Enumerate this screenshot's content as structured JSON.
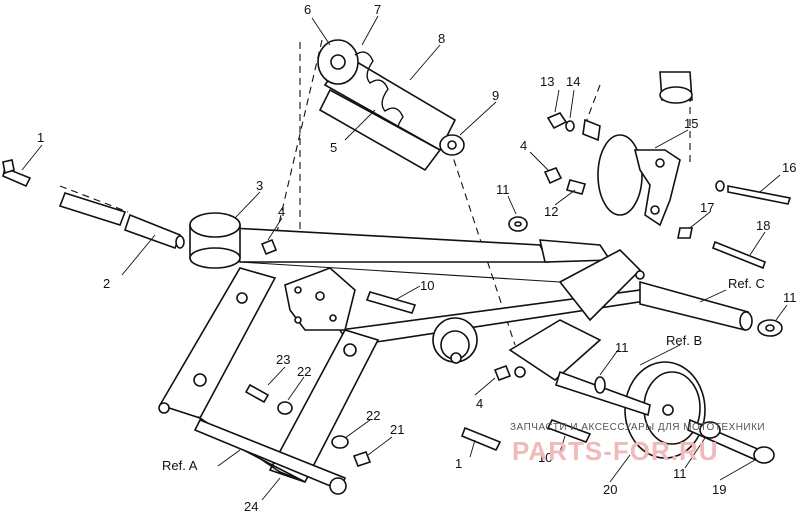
{
  "callouts": {
    "c1a": "1",
    "c1b": "1",
    "c2": "2",
    "c3": "3",
    "c4a": "4",
    "c4b": "4",
    "c4c": "4",
    "c5": "5",
    "c6": "6",
    "c7": "7",
    "c8": "8",
    "c9": "9",
    "c10a": "10",
    "c10b": "10",
    "c11a": "11",
    "c11b": "11",
    "c11c": "11",
    "c11d": "11",
    "c12": "12",
    "c13": "13",
    "c14": "14",
    "c15": "15",
    "c16": "16",
    "c17": "17",
    "c18": "18",
    "c19": "19",
    "c20": "20",
    "c21": "21",
    "c22a": "22",
    "c22b": "22",
    "c23": "23",
    "c24": "24"
  },
  "refs": {
    "a": "Ref. A",
    "b": "Ref. B",
    "c": "Ref. C"
  },
  "watermark": {
    "tagline": "ЗАПЧАСТИ И АКСЕССУАРЫ ДЛЯ МОТОТЕХНИКИ",
    "brand": "PARTS-FOR.RU"
  },
  "colors": {
    "line": "#111111",
    "watermark": "#f2b9b9",
    "background": "#ffffff"
  }
}
